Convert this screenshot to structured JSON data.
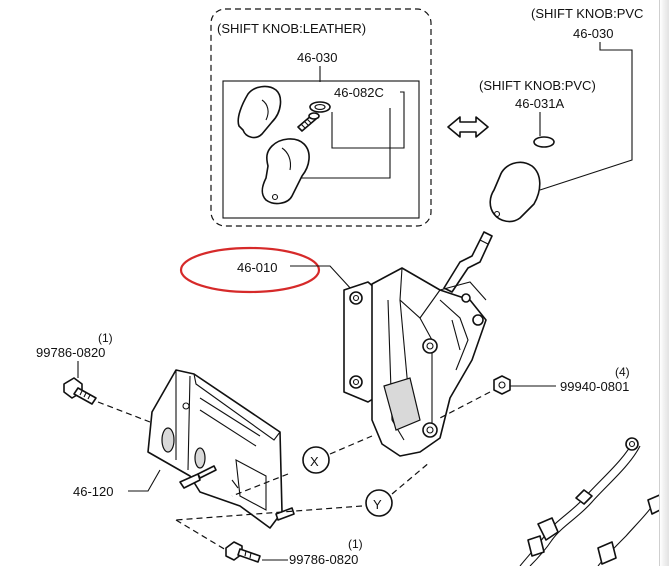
{
  "labels": {
    "leather_box_title": "(SHIFT KNOB:LEATHER)",
    "leather_knob_part": "46-030",
    "leather_screw_part": "46-082C",
    "pvc_title_top": "(SHIFT KNOB:PVC",
    "pvc_knob_part": "46-030",
    "pvc_title_mid": "(SHIFT KNOB:PVC)",
    "pvc_cap_part": "46-031A",
    "shifter_part": "46-010",
    "bracket_part": "46-120",
    "bolt_top_qty": "(1)",
    "bolt_top_part": "99786-0820",
    "bolt_bottom_qty": "(1)",
    "bolt_bottom_part": "99786-0820",
    "nut_qty": "(4)",
    "nut_part": "99940-0801",
    "ref_x": "X",
    "ref_y": "Y"
  },
  "colors": {
    "ink": "#111111",
    "highlight": "#d62a2a",
    "paper": "#ffffff"
  }
}
